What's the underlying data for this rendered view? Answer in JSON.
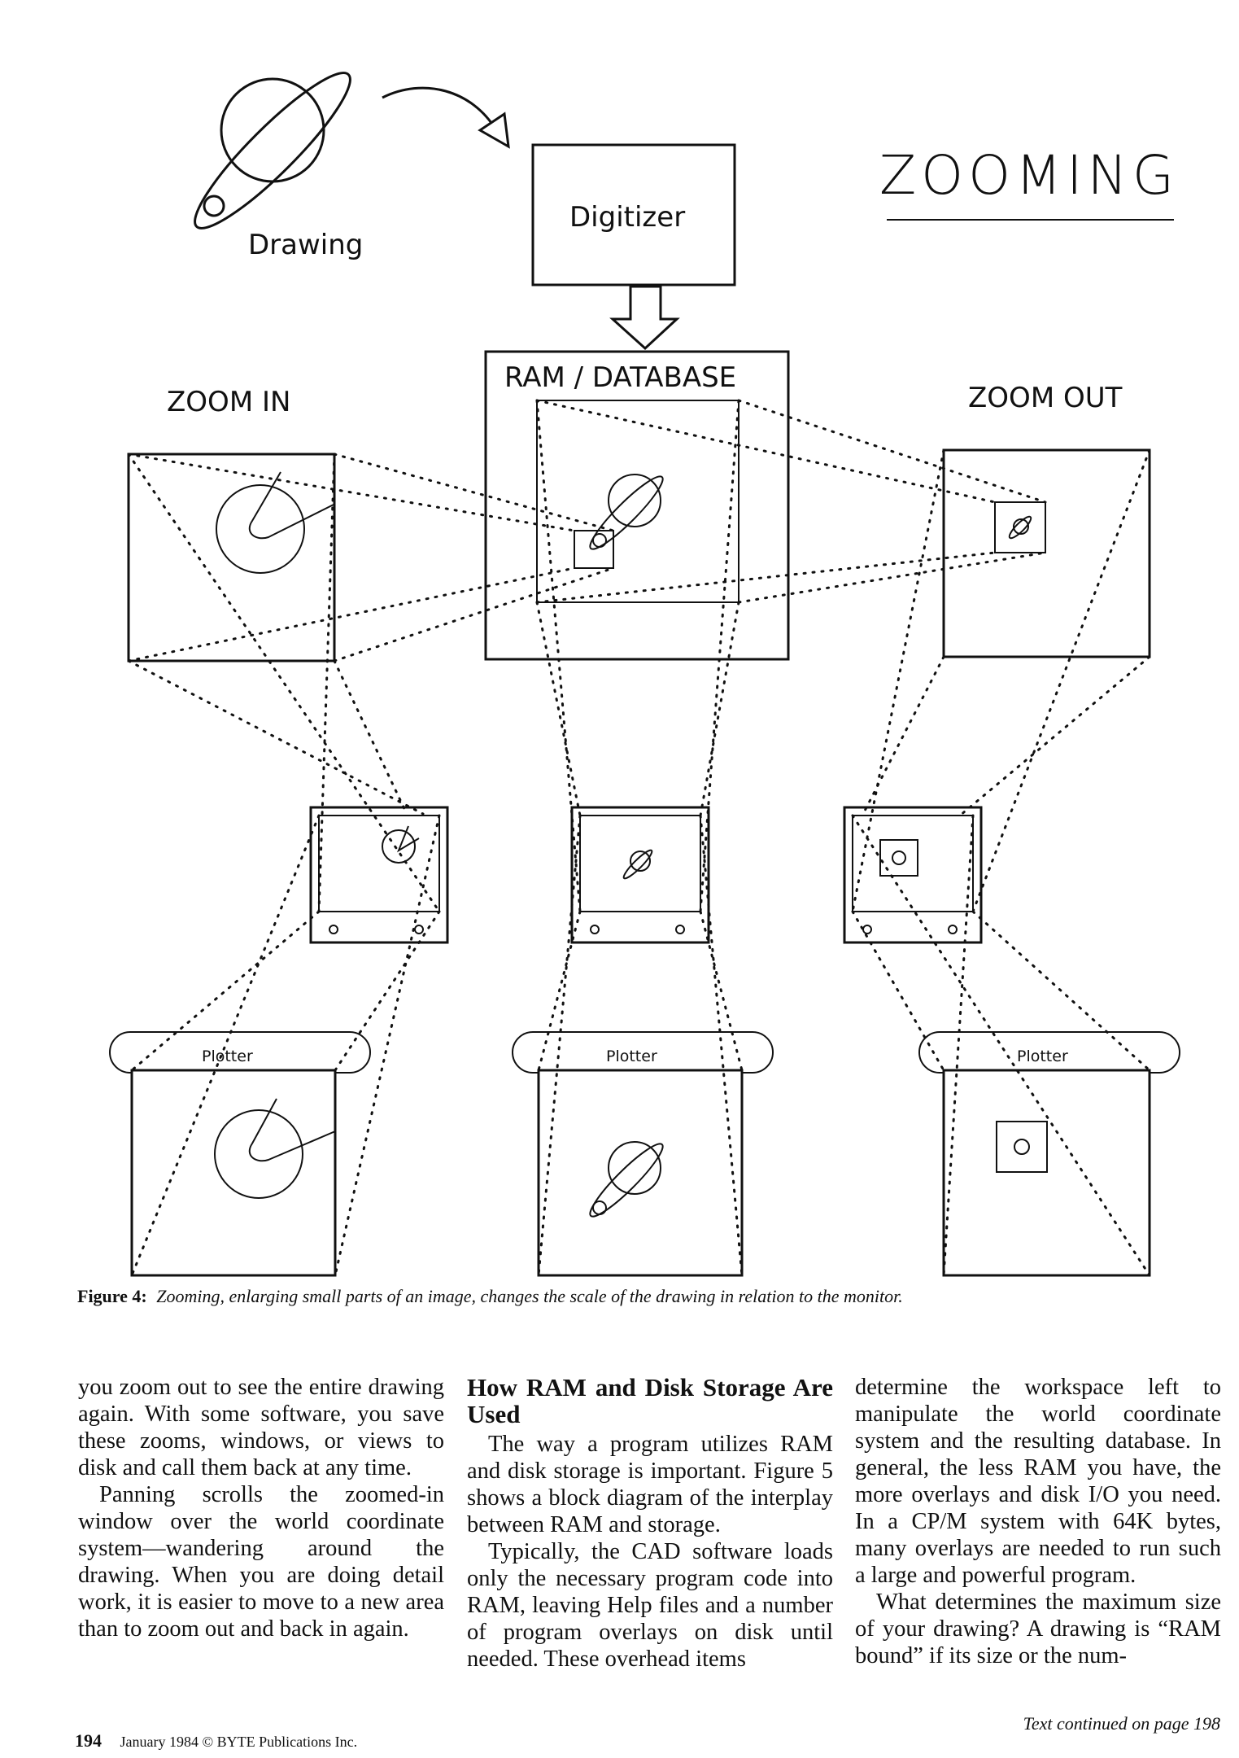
{
  "figure": {
    "title": "ZOOMING",
    "drawing_label": "Drawing",
    "digitizer_label": "Digitizer",
    "ram_label": "RAM / DATABASE",
    "zoom_in_label": "ZOOM IN",
    "zoom_out_label": "ZOOM OUT",
    "plotter_labels": [
      "Plotter",
      "Plotter",
      "Plotter"
    ]
  },
  "caption": {
    "label": "Figure 4:",
    "text": "Zooming, enlarging small parts of an image, changes the scale of the drawing in relation to the monitor."
  },
  "article": {
    "col1": [
      "you zoom out to see the entire drawing again. With some software, you save these zooms, windows, or views to disk and call them back at any time.",
      "Panning scrolls the zoomed-in window over the world coordinate system—wandering around the drawing. When you are doing detail work, it is easier to move to a new area than to zoom out and back in again."
    ],
    "heading": "How RAM and Disk Storage Are Used",
    "col2": [
      "The way a program utilizes RAM and disk storage is important. Figure 5 shows a block diagram of the interplay between RAM and storage.",
      "Typically, the CAD software loads only the necessary program code into RAM, leaving Help files and a number of program overlays on disk until needed. These overhead items"
    ],
    "col3": [
      "determine the workspace left to manipulate the world coordinate system and the resulting database. In general, the less RAM you have, the more overlays and disk I/O you need. In a CP/M system with 64K bytes, many overlays are needed to run such a large and powerful program.",
      "What determines the maximum size of your drawing? A drawing is “RAM bound” if its size or the num-"
    ],
    "continued": "Text continued on page 198"
  },
  "footer": {
    "page_number": "194",
    "text": "January 1984 © BYTE Publications Inc."
  }
}
